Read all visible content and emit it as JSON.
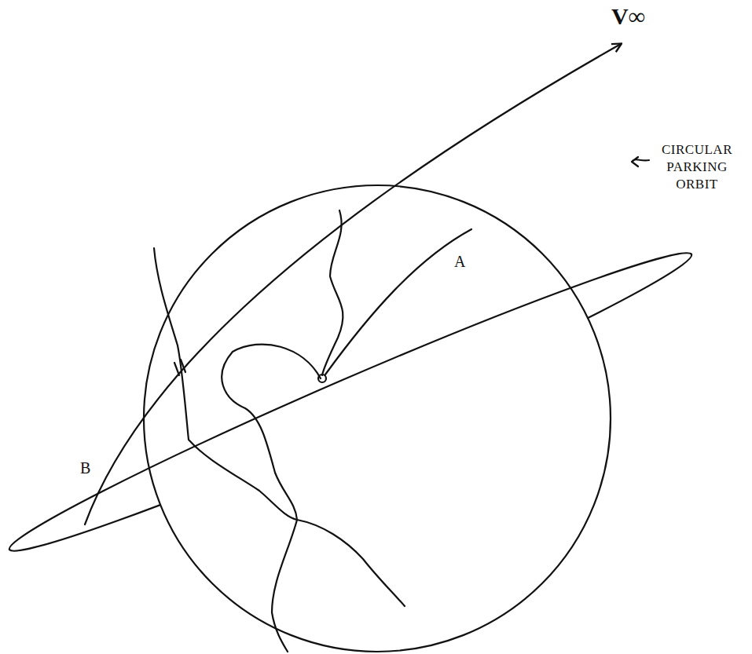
{
  "diagram": {
    "labels": [
      "V∞",
      "CIRCULAR PARKING ORBIT",
      "A",
      "B"
    ]
  }
}
